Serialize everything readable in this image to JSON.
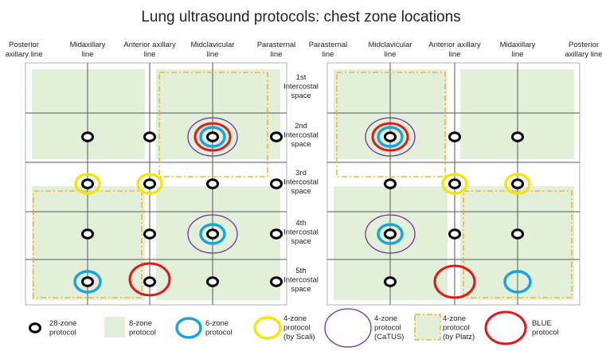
{
  "title": "Lung ultrasound protocols: chest zone locations",
  "columns_left": [
    [
      "Posterior",
      "axillary line"
    ],
    [
      "Midaxillary",
      "line"
    ],
    [
      "Anterior axillary",
      "line"
    ],
    [
      "Midclavicular",
      "line"
    ],
    [
      "Parasternal",
      "line"
    ]
  ],
  "columns_right": [
    [
      "Parasternal",
      "line"
    ],
    [
      "Midclavicular",
      "line"
    ],
    [
      "Anterior axillary",
      "line"
    ],
    [
      "Midaxillary",
      "line"
    ],
    [
      "Posterior",
      "axillary line"
    ]
  ],
  "intercostal_spaces": [
    [
      "1st",
      "Intercostal",
      "space"
    ],
    [
      "2nd",
      "Intercostal",
      "space"
    ],
    [
      "3rd",
      "Intercostal",
      "space"
    ],
    [
      "4th",
      "Intercostal",
      "space"
    ],
    [
      "5th",
      "Intercostal",
      "space"
    ]
  ],
  "legend": [
    {
      "key": "28zone",
      "lines": [
        "28-zone",
        "protocol"
      ]
    },
    {
      "key": "8zone",
      "lines": [
        "8-zone",
        "protocol"
      ]
    },
    {
      "key": "6zone",
      "lines": [
        "6-zone",
        "protocol"
      ]
    },
    {
      "key": "scali",
      "lines": [
        "4-zone",
        "protocol",
        "(by Scali)"
      ]
    },
    {
      "key": "catus",
      "lines": [
        "4-zone",
        "protocol",
        "(CaTUS)"
      ]
    },
    {
      "key": "platz",
      "lines": [
        "4-zone",
        "protocol",
        "(by Platz)"
      ]
    },
    {
      "key": "blue",
      "lines": [
        "BLUE",
        "protocol"
      ]
    }
  ],
  "colors": {
    "zone28": "#000000",
    "zone8_fill": "#e2efd9",
    "zone6": "#1ba3e0",
    "scali": "#f5e50c",
    "catus": "#7030a0",
    "platz": "#f0b53a",
    "blue": "#e01919",
    "grid": "#555555",
    "panel_border": "#b0b0b0"
  }
}
